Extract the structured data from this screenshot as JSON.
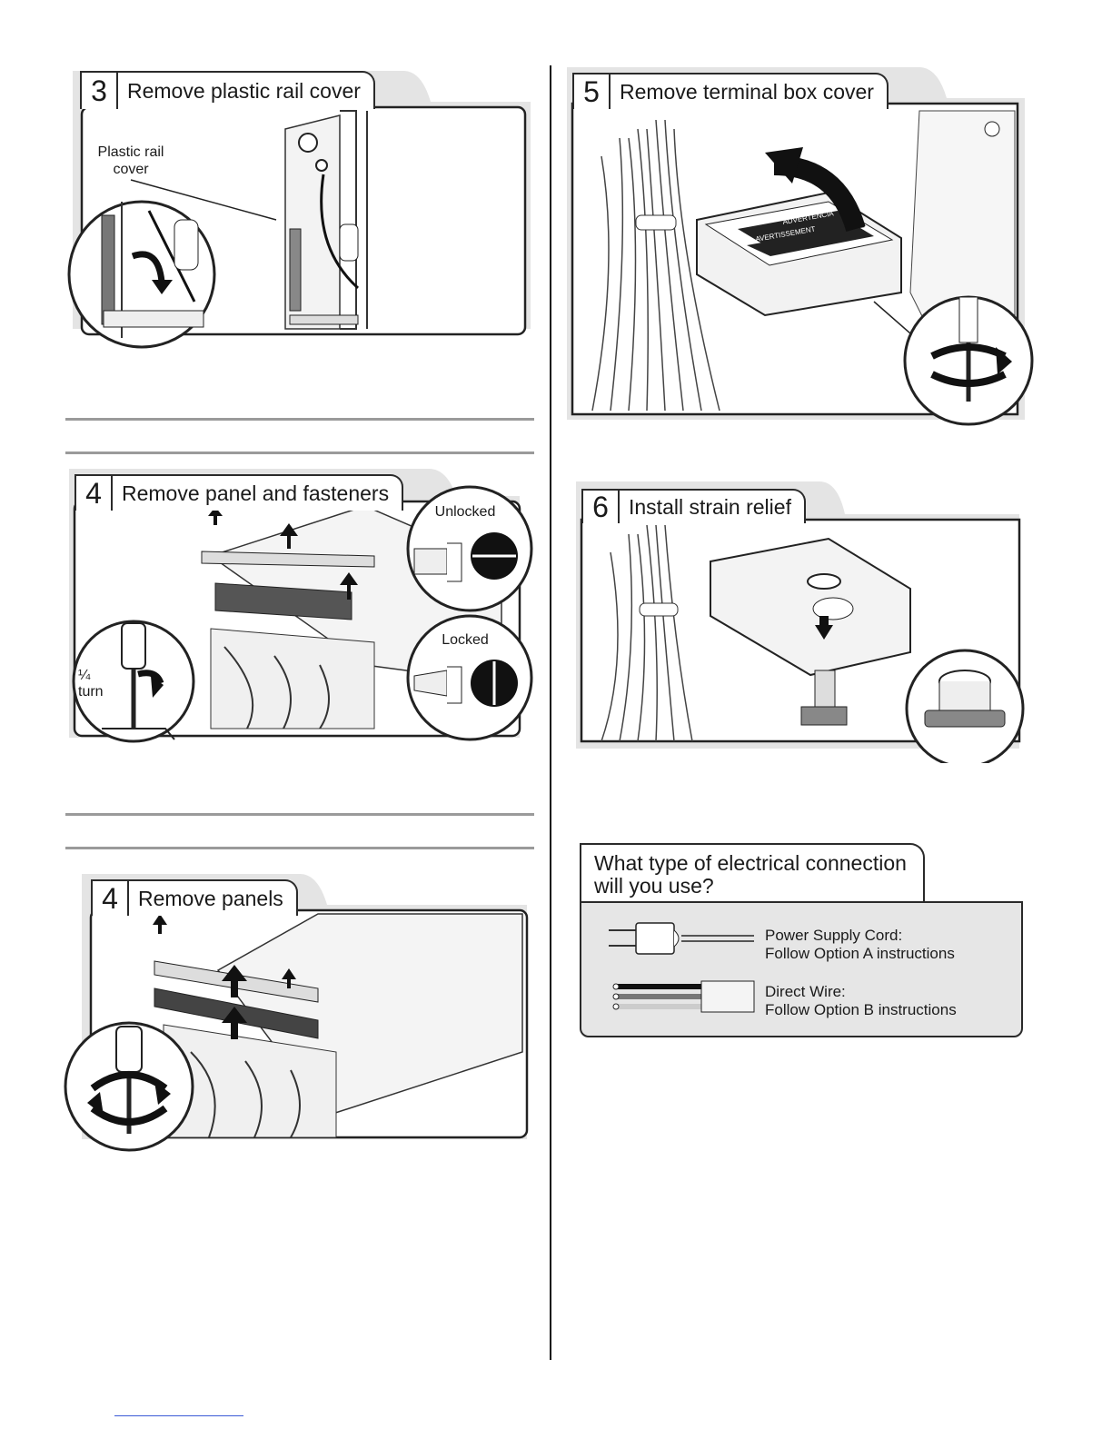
{
  "steps": {
    "step3": {
      "number": "3",
      "title": "Remove plastic rail cover",
      "callout": "Plastic rail cover"
    },
    "step4a": {
      "number": "4",
      "title": "Remove panel and fasteners",
      "unlocked": "Unlocked",
      "locked": "Locked",
      "quarter": "¼",
      "turn": "turn"
    },
    "step4b": {
      "number": "4",
      "title": "Remove panels"
    },
    "step5": {
      "number": "5",
      "title": "Remove terminal box cover",
      "label1": "AVERTISSEMENT",
      "label2": "ADVERTENCIA"
    },
    "step6": {
      "number": "6",
      "title": "Install strain relief"
    }
  },
  "connection": {
    "question": "What type of electrical connection will you use?",
    "option_a_title": "Power Supply Cord:",
    "option_a_desc": "Follow Option A instructions",
    "option_b_title": "Direct Wire:",
    "option_b_desc": "Follow Option B instructions"
  }
}
